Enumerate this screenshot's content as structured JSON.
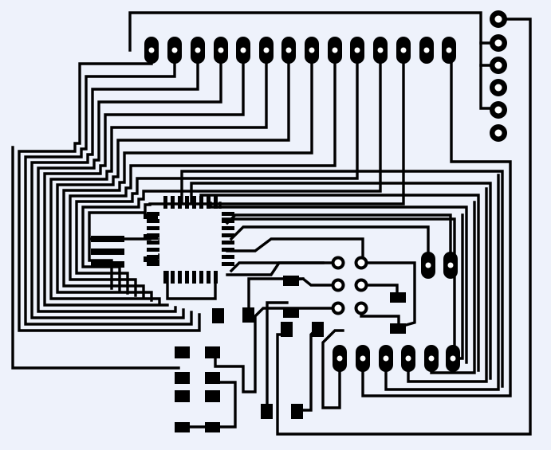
{
  "diagram": {
    "type": "pcb-layout",
    "colors": {
      "background": "#eef2fb",
      "copper": "#000000",
      "drill": "#ffffff"
    },
    "components": [
      {
        "name": "top-header-row",
        "kind": "oval-pad-row",
        "pins": 14
      },
      {
        "name": "right-header-column",
        "kind": "round-pad-column",
        "pins": 6
      },
      {
        "name": "bottom-header-row",
        "kind": "oval-pad-row",
        "pins": 6
      },
      {
        "name": "connector-2-pin",
        "kind": "oval-pad-pair",
        "pins": 2
      },
      {
        "name": "switch-array",
        "kind": "round-pad-grid",
        "pins": 6
      },
      {
        "name": "main-ic",
        "kind": "smd-ic",
        "pins": 32
      },
      {
        "name": "smd-parts",
        "kind": "smd-pads",
        "pins": 24
      }
    ]
  }
}
